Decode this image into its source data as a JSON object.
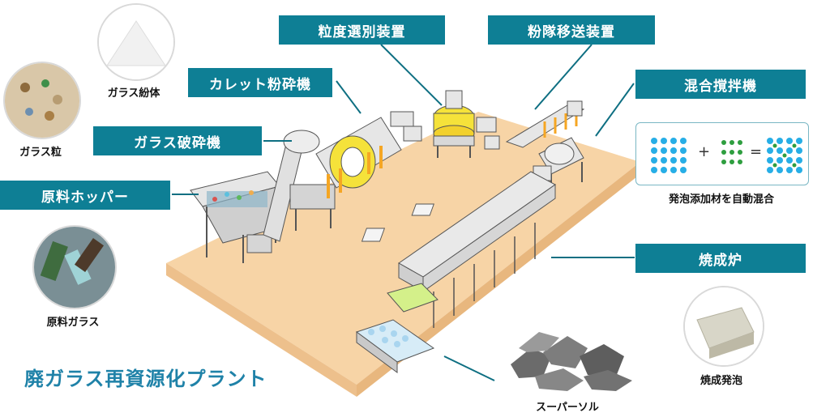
{
  "title": "廃ガラス再資源化プラント",
  "equipment_labels": {
    "hopper": "原料ホッパー",
    "glass_crusher": "ガラス破砕機",
    "cullet_pulverizer": "カレット粉砕機",
    "particle_size_selector": "粒度選別装置",
    "powder_transfer": "粉隊移送装置",
    "mixer": "混合撹拌機",
    "kiln": "焼成炉"
  },
  "material_captions": {
    "glass_powder": "ガラス紛体",
    "glass_granules": "ガラス粒",
    "raw_glass": "原料ガラス",
    "super_sol": "スーパーソル",
    "fired_foam": "焼成発泡"
  },
  "mix_diagram": {
    "plus": "+",
    "equals": "=",
    "caption": "発泡添加材を自動混合",
    "colors": {
      "blue": "#27aee6",
      "green": "#2e9e3f"
    }
  },
  "colors": {
    "label_bg": "#0e7f95",
    "title": "#1f82a8",
    "floor": "#f7d4a6",
    "floor_edge": "#e8b77e",
    "connector": "#0e6f82",
    "machine_accent": "#f5a623"
  }
}
